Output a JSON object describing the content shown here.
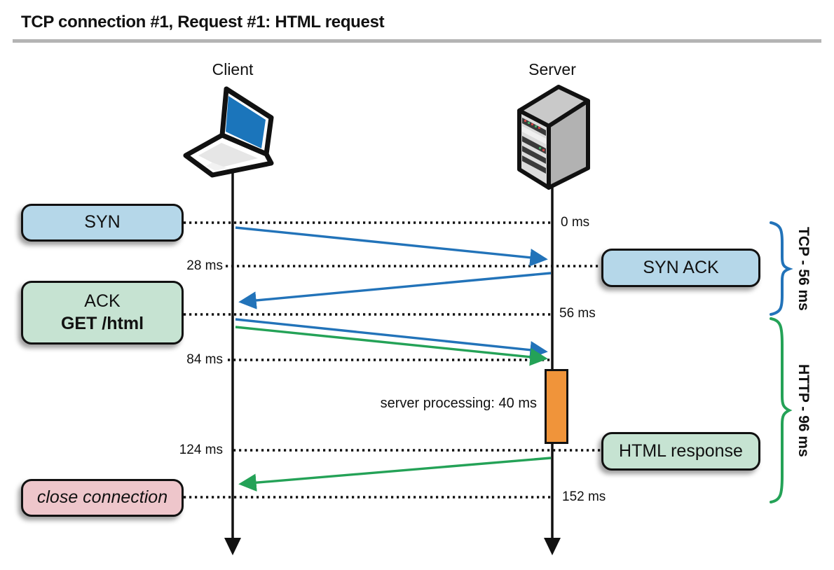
{
  "title": "TCP connection #1, Request #1: HTML request",
  "actors": {
    "client": "Client",
    "server": "Server"
  },
  "boxes": {
    "syn": "SYN",
    "syn_ack": "SYN ACK",
    "ack_line1": "ACK",
    "ack_line2": "GET /html",
    "html_response": "HTML response",
    "close_connection": "close connection"
  },
  "times": {
    "t0": "0 ms",
    "t28": "28 ms",
    "t56": "56 ms",
    "t84": "84 ms",
    "t124": "124 ms",
    "t152": "152 ms"
  },
  "labels": {
    "server_processing": "server processing: 40 ms",
    "tcp_phase": "TCP - 56 ms",
    "http_phase": "HTTP - 96 ms"
  },
  "icons": {
    "client": "laptop-icon",
    "server": "server-tower-icon"
  },
  "colors": {
    "tcp_blue": "#2273b9",
    "http_green": "#24a257",
    "box_blue": "#b5d7e9",
    "box_green": "#c6e3d2",
    "box_pink": "#eec6cb",
    "processing_orange": "#f0943a",
    "timeline_black": "#111111",
    "rule_gray": "#b4b4b4"
  }
}
